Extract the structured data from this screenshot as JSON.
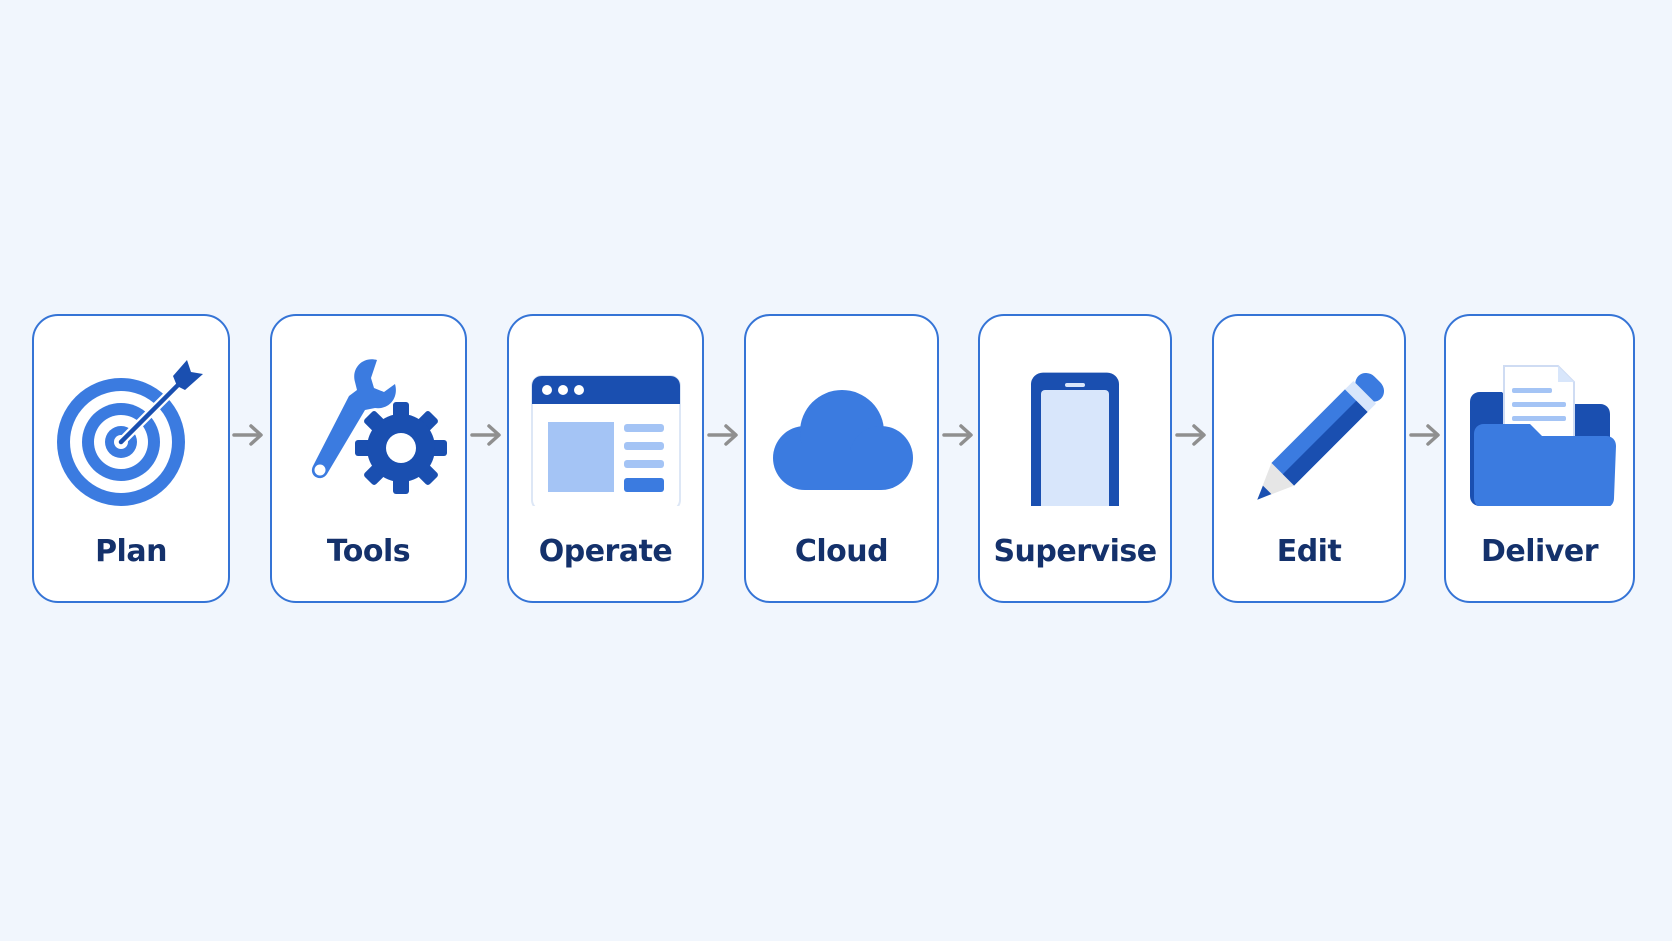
{
  "steps": [
    {
      "label": "Plan",
      "icon": "target-icon"
    },
    {
      "label": "Tools",
      "icon": "wrench-gear-icon"
    },
    {
      "label": "Operate",
      "icon": "browser-window-icon"
    },
    {
      "label": "Cloud",
      "icon": "cloud-icon"
    },
    {
      "label": "Supervise",
      "icon": "smartphone-icon"
    },
    {
      "label": "Edit",
      "icon": "pencil-icon"
    },
    {
      "label": "Deliver",
      "icon": "folder-document-icon"
    }
  ],
  "colors": {
    "background": "#f1f6fd",
    "card_border": "#3574d6",
    "label_text": "#14316b",
    "icon_primary": "#3b7be0",
    "icon_dark": "#1a4fb0",
    "icon_light": "#a4c4f5",
    "arrow": "#8f8f8f"
  }
}
